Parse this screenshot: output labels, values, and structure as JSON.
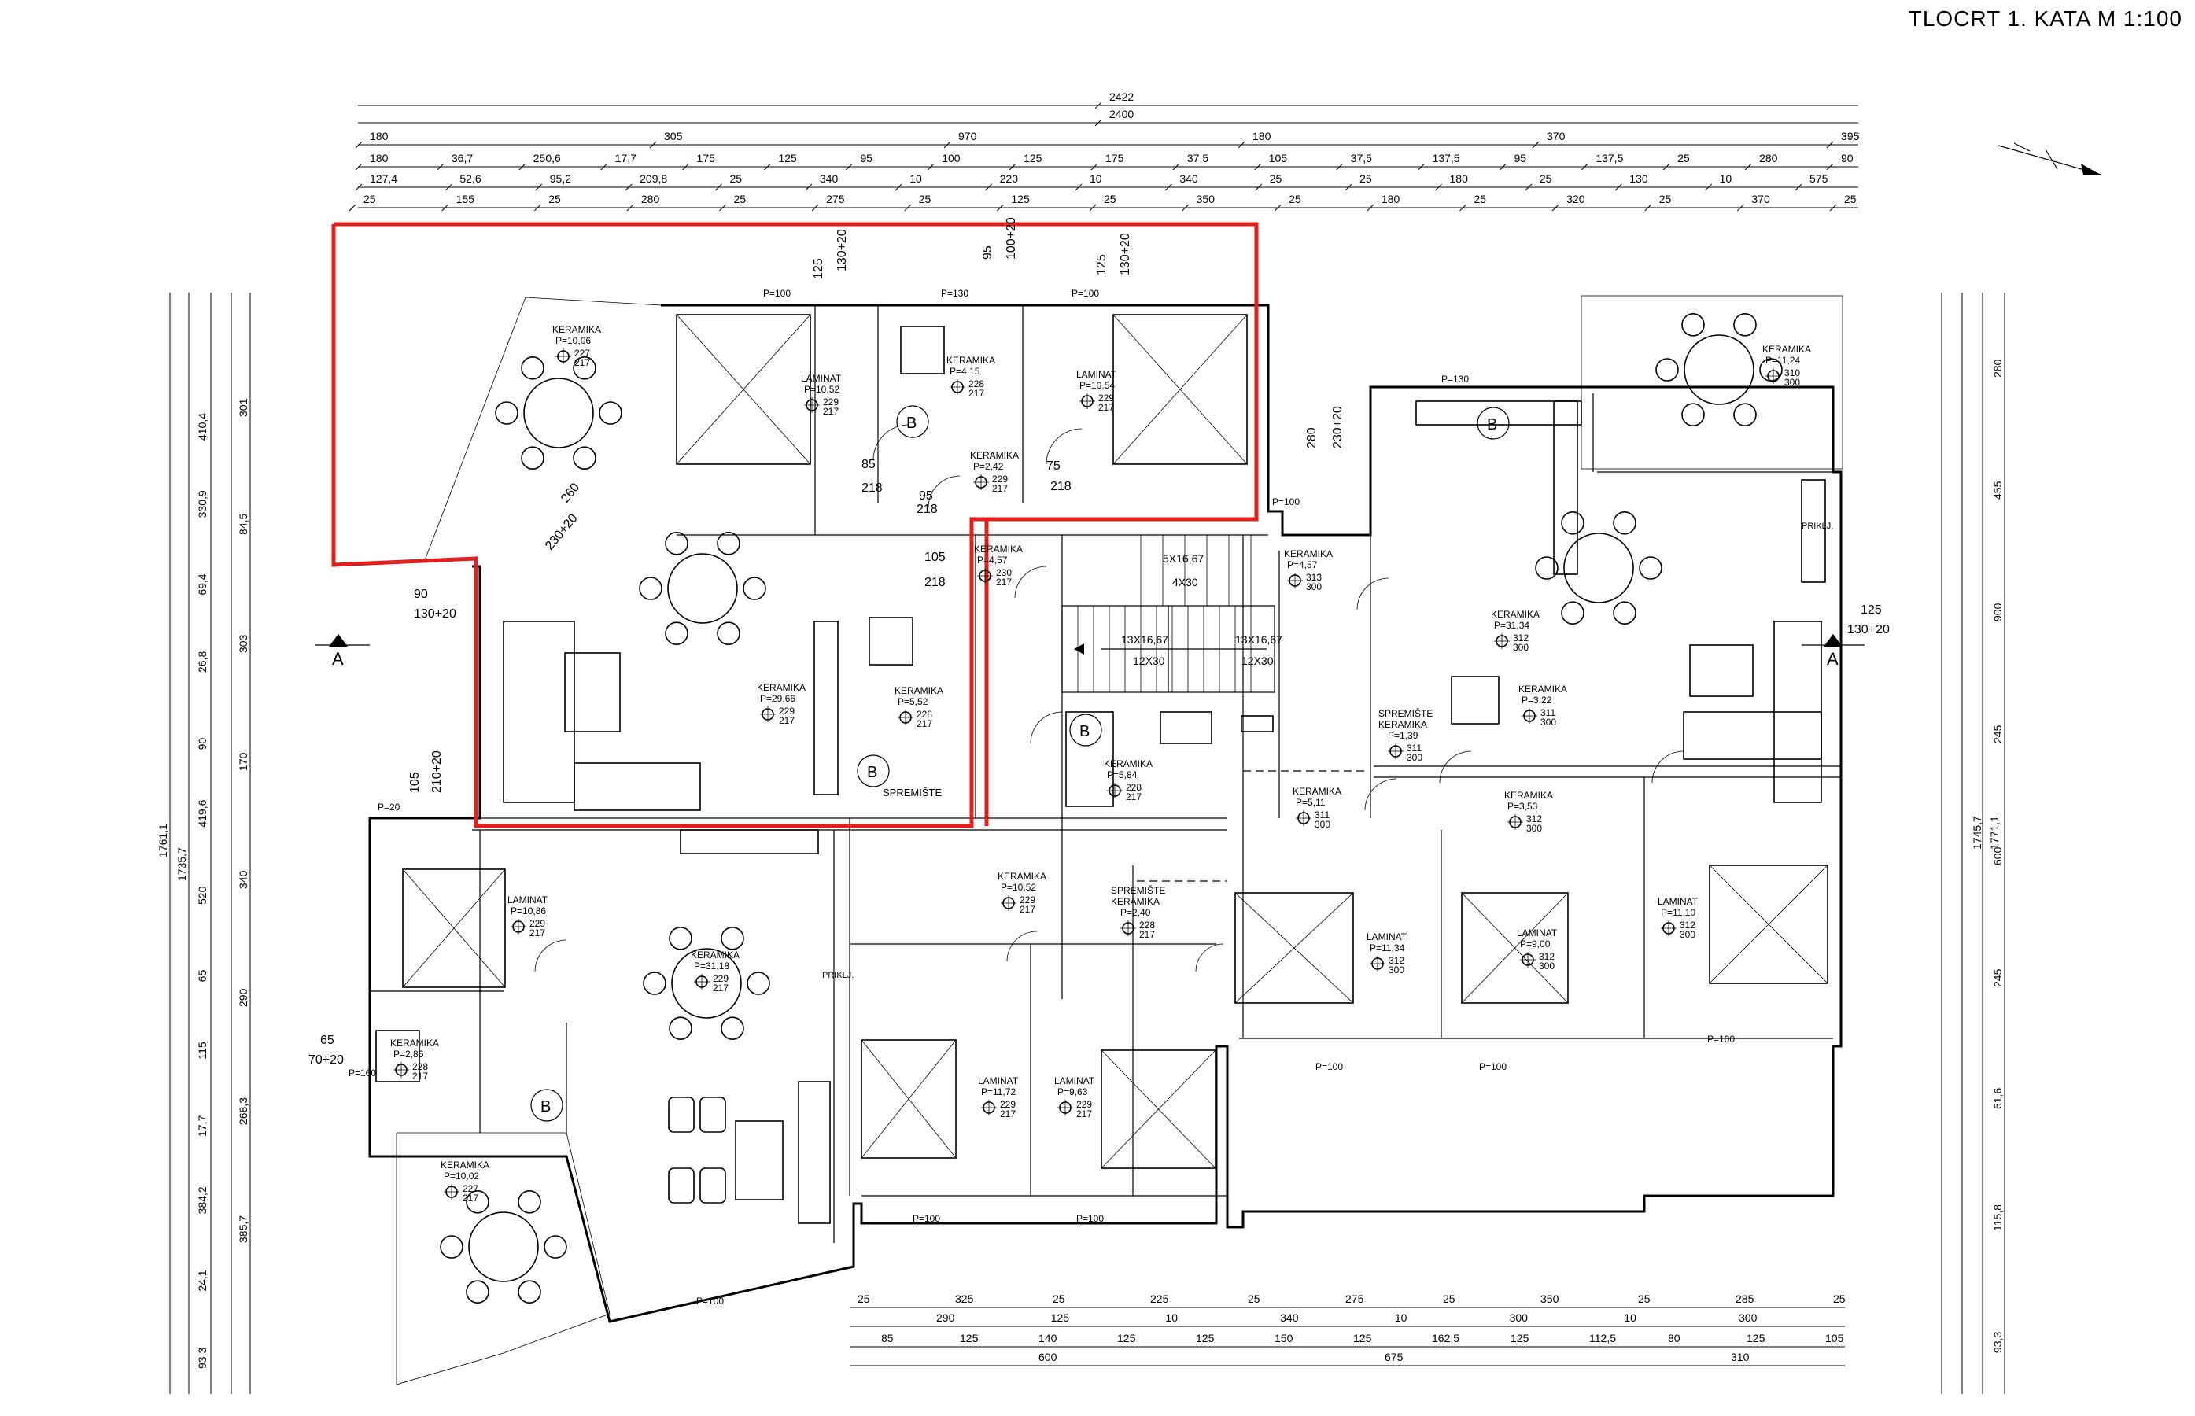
{
  "title": "TLOCRT 1. KATA  M 1:100",
  "dimensions": {
    "top_row1": [
      "2422"
    ],
    "top_row2": [
      "2400"
    ],
    "top_row3": [
      "180",
      "305",
      "970",
      "180",
      "370",
      "395"
    ],
    "top_row4": [
      "180",
      "36,7",
      "250,6",
      "17,7",
      "175",
      "125",
      "95",
      "100",
      "125",
      "175",
      "37,5",
      "105",
      "37,5",
      "137,5",
      "95",
      "137,5",
      "25",
      "280",
      "90"
    ],
    "top_row5": [
      "127,4",
      "52,6",
      "95,2",
      "209,8",
      "25",
      "340",
      "10",
      "220",
      "10",
      "340",
      "25",
      "25",
      "180",
      "25",
      "130",
      "10",
      "575"
    ],
    "top_row6": [
      "25",
      "155",
      "25",
      "280",
      "25",
      "275",
      "25",
      "125",
      "25",
      "350",
      "25",
      "180",
      "25",
      "320",
      "25",
      "370",
      "25"
    ],
    "bottom_row1": [
      "25",
      "325",
      "25",
      "225",
      "25",
      "275",
      "25",
      "350",
      "25",
      "285",
      "25"
    ],
    "bottom_row2": [
      "290",
      "125",
      "10",
      "340",
      "10",
      "300",
      "10",
      "300"
    ],
    "bottom_row3": [
      "85",
      "125",
      "140",
      "125",
      "125",
      "150",
      "125",
      "162,5",
      "125",
      "112,5",
      "80",
      "125",
      "105"
    ],
    "bottom_row4": [
      "600",
      "675",
      "310"
    ],
    "left_outer": [
      "1761,1",
      "1735,7"
    ],
    "left_mid": [
      "410,4",
      "330,9",
      "69,4",
      "26,8",
      "90",
      "419,6",
      "520",
      "65",
      "115",
      "17,7",
      "384,2",
      "24,1",
      "93,3"
    ],
    "left_inner": [
      "301",
      "84,5",
      "303",
      "170",
      "340",
      "290",
      "268,3",
      "385,7"
    ],
    "right_outer": [
      "1745,7",
      "1771,1"
    ],
    "right_inner": [
      "280",
      "455",
      "900",
      "245",
      "600",
      "245",
      "61,6",
      "115,8",
      "93,3"
    ]
  },
  "rooms": [
    {
      "name": "KERAMIKA",
      "area": "P=10,06",
      "level_top": "227",
      "level_bot": "217"
    },
    {
      "name": "LAMINAT",
      "area": "P=10,52",
      "level_top": "229",
      "level_bot": "217"
    },
    {
      "name": "KERAMIKA",
      "area": "P=4,15",
      "level_top": "228",
      "level_bot": "217"
    },
    {
      "name": "LAMINAT",
      "area": "P=10,54",
      "level_top": "229",
      "level_bot": "217"
    },
    {
      "name": "KERAMIKA",
      "area": "P=2,42",
      "level_top": "229",
      "level_bot": "217"
    },
    {
      "name": "KERAMIKA",
      "area": "P=4,57",
      "level_top": "230",
      "level_bot": "217"
    },
    {
      "name": "KERAMIKA",
      "area": "P=4,57",
      "level_top": "313",
      "level_bot": "300"
    },
    {
      "name": "KERAMIKA",
      "area": "P=29,66",
      "level_top": "229",
      "level_bot": "217"
    },
    {
      "name": "KERAMIKA",
      "area": "P=5,52",
      "level_top": "228",
      "level_bot": "217"
    },
    {
      "name": "KERAMIKA",
      "area": "P=11,24",
      "level_top": "310",
      "level_bot": "300"
    },
    {
      "name": "KERAMIKA",
      "area": "P=31,34",
      "level_top": "312",
      "level_bot": "300"
    },
    {
      "name": "KERAMIKA",
      "area": "P=3,22",
      "level_top": "311",
      "level_bot": "300"
    },
    {
      "name": "SPREMIŠTE KERAMIKA",
      "area": "P=1,39",
      "level_top": "311",
      "level_bot": "300"
    },
    {
      "name": "KERAMIKA",
      "area": "P=5,84",
      "level_top": "228",
      "level_bot": "217"
    },
    {
      "name": "KERAMIKA",
      "area": "P=5,11",
      "level_top": "311",
      "level_bot": "300"
    },
    {
      "name": "KERAMIKA",
      "area": "P=3,53",
      "level_top": "312",
      "level_bot": "300"
    },
    {
      "name": "KERAMIKA",
      "area": "P=10,52",
      "level_top": "229",
      "level_bot": "217"
    },
    {
      "name": "SPREMIŠTE KERAMIKA",
      "area": "P=2,40",
      "level_top": "228",
      "level_bot": "217"
    },
    {
      "name": "LAMINAT",
      "area": "P=10,86",
      "level_top": "229",
      "level_bot": "217"
    },
    {
      "name": "KERAMIKA",
      "area": "P=31,18",
      "level_top": "229",
      "level_bot": "217"
    },
    {
      "name": "LAMINAT",
      "area": "P=11,34",
      "level_top": "312",
      "level_bot": "300"
    },
    {
      "name": "LAMINAT",
      "area": "P=9,00",
      "level_top": "312",
      "level_bot": "300"
    },
    {
      "name": "LAMINAT",
      "area": "P=11,10",
      "level_top": "312",
      "level_bot": "300"
    },
    {
      "name": "KERAMIKA",
      "area": "P=2,86",
      "level_top": "228",
      "level_bot": "217"
    },
    {
      "name": "LAMINAT",
      "area": "P=11,72",
      "level_top": "229",
      "level_bot": "217"
    },
    {
      "name": "LAMINAT",
      "area": "P=9,63",
      "level_top": "229",
      "level_bot": "217"
    },
    {
      "name": "KERAMIKA",
      "area": "P=10,02",
      "level_top": "227",
      "level_bot": "217"
    }
  ],
  "labels": {
    "spremiste": "SPREMIŠTE",
    "prikljucak": "PRIKLJ.",
    "stair_upper": "5X16,67",
    "stair_upper_b": "4X30",
    "stair_mid": "13X16,67",
    "stair_mid_b": "12X30",
    "stair_right": "13X16,67",
    "stair_right_b": "12X30",
    "section_mark": "A",
    "boiler": "B"
  },
  "door_window_tags": [
    "P=100",
    "P=130",
    "P=100",
    "P=130",
    "P=100",
    "P=20",
    "P=100",
    "P=100",
    "P=100",
    "P=100",
    "P=100",
    "P=160",
    "P=100"
  ],
  "openings": [
    "125",
    "130+20",
    "95",
    "100+20",
    "125",
    "130+20",
    "90",
    "130+20",
    "105",
    "210+20",
    "65",
    "70+20",
    "85",
    "218",
    "95",
    "218",
    "105",
    "218",
    "75",
    "218",
    "260",
    "230+20",
    "280",
    "230+20",
    "125",
    "130+20"
  ]
}
